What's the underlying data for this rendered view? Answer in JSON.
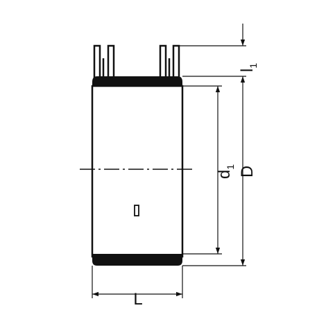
{
  "diagram": {
    "labels": {
      "length": "L",
      "inner_diameter": "d",
      "inner_diameter_sub": "1",
      "outer_diameter": "D",
      "offset": "l",
      "offset_sub": "1"
    },
    "colors": {
      "ink": "#111111",
      "background": "#ffffff"
    }
  }
}
